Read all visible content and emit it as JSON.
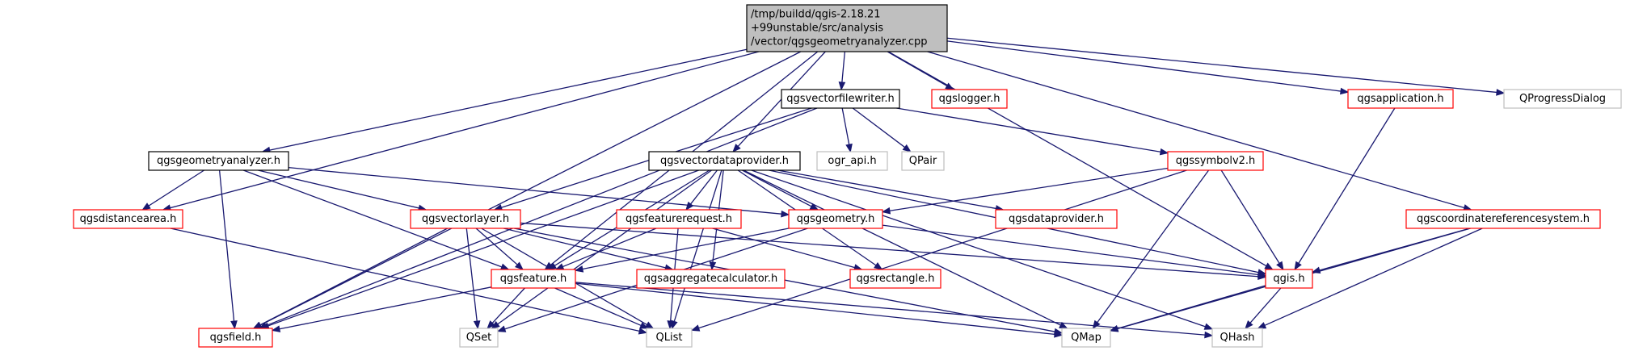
{
  "colors": {
    "root_fill": "#bfbfbf",
    "root_stroke": "#000000",
    "plain_stroke": "#000000",
    "red_stroke": "#ff0000",
    "gray_stroke": "#bfbfbf",
    "gray_text": "#808080",
    "edge": "#191970"
  },
  "nodes": [
    {
      "id": "root",
      "lines": [
        "/tmp/buildd/qgis-2.18.21",
        "+99unstable/src/analysis",
        "/vector/qgsgeometryanalyzer.cpp"
      ],
      "style": "root"
    },
    {
      "id": "vectorfilewriter",
      "lines": [
        "qgsvectorfilewriter.h"
      ],
      "style": "plain"
    },
    {
      "id": "logger",
      "lines": [
        "qgslogger.h"
      ],
      "style": "red"
    },
    {
      "id": "application",
      "lines": [
        "qgsapplication.h"
      ],
      "style": "red"
    },
    {
      "id": "qprogressdialog",
      "lines": [
        "QProgressDialog"
      ],
      "style": "gray"
    },
    {
      "id": "geometryanalyzer",
      "lines": [
        "qgsgeometryanalyzer.h"
      ],
      "style": "plain"
    },
    {
      "id": "vectordataprovider",
      "lines": [
        "qgsvectordataprovider.h"
      ],
      "style": "plain"
    },
    {
      "id": "ograpi",
      "lines": [
        "ogr_api.h"
      ],
      "style": "gray"
    },
    {
      "id": "qpair",
      "lines": [
        "QPair"
      ],
      "style": "gray"
    },
    {
      "id": "symbolv2",
      "lines": [
        "qgssymbolv2.h"
      ],
      "style": "red"
    },
    {
      "id": "distancearea",
      "lines": [
        "qgsdistancearea.h"
      ],
      "style": "red"
    },
    {
      "id": "vectorlayer",
      "lines": [
        "qgsvectorlayer.h"
      ],
      "style": "red"
    },
    {
      "id": "featurerequest",
      "lines": [
        "qgsfeaturerequest.h"
      ],
      "style": "red"
    },
    {
      "id": "geometry",
      "lines": [
        "qgsgeometry.h"
      ],
      "style": "red"
    },
    {
      "id": "dataprovider",
      "lines": [
        "qgsdataprovider.h"
      ],
      "style": "red"
    },
    {
      "id": "crs",
      "lines": [
        "qgscoordinatereferencesystem.h"
      ],
      "style": "red"
    },
    {
      "id": "feature",
      "lines": [
        "qgsfeature.h"
      ],
      "style": "red"
    },
    {
      "id": "aggregatecalc",
      "lines": [
        "qgsaggregatecalculator.h"
      ],
      "style": "red"
    },
    {
      "id": "rectangle",
      "lines": [
        "qgsrectangle.h"
      ],
      "style": "red"
    },
    {
      "id": "qgis",
      "lines": [
        "qgis.h"
      ],
      "style": "red"
    },
    {
      "id": "field",
      "lines": [
        "qgsfield.h"
      ],
      "style": "red"
    },
    {
      "id": "qset",
      "lines": [
        "QSet"
      ],
      "style": "gray"
    },
    {
      "id": "qlist",
      "lines": [
        "QList"
      ],
      "style": "gray"
    },
    {
      "id": "qmap",
      "lines": [
        "QMap"
      ],
      "style": "gray"
    },
    {
      "id": "qhash",
      "lines": [
        "QHash"
      ],
      "style": "gray"
    }
  ],
  "edges": [
    [
      "root",
      "vectorfilewriter"
    ],
    [
      "root",
      "logger"
    ],
    [
      "root",
      "application"
    ],
    [
      "root",
      "qprogressdialog"
    ],
    [
      "root",
      "geometryanalyzer"
    ],
    [
      "root",
      "vectordataprovider"
    ],
    [
      "root",
      "distancearea"
    ],
    [
      "root",
      "crs"
    ],
    [
      "root",
      "feature"
    ],
    [
      "root",
      "qgis"
    ],
    [
      "root",
      "field"
    ],
    [
      "vectorfilewriter",
      "ograpi"
    ],
    [
      "vectorfilewriter",
      "qpair"
    ],
    [
      "vectorfilewriter",
      "symbolv2"
    ],
    [
      "vectorfilewriter",
      "vectorlayer"
    ],
    [
      "vectorfilewriter",
      "field"
    ],
    [
      "application",
      "qgis"
    ],
    [
      "geometryanalyzer",
      "distancearea"
    ],
    [
      "geometryanalyzer",
      "vectorlayer"
    ],
    [
      "geometryanalyzer",
      "geometry"
    ],
    [
      "geometryanalyzer",
      "feature"
    ],
    [
      "geometryanalyzer",
      "field"
    ],
    [
      "vectordataprovider",
      "featurerequest"
    ],
    [
      "vectordataprovider",
      "dataprovider"
    ],
    [
      "vectordataprovider",
      "geometry"
    ],
    [
      "vectordataprovider",
      "feature"
    ],
    [
      "vectordataprovider",
      "aggregatecalc"
    ],
    [
      "vectordataprovider",
      "rectangle"
    ],
    [
      "vectordataprovider",
      "qgis"
    ],
    [
      "vectordataprovider",
      "field"
    ],
    [
      "vectordataprovider",
      "qset"
    ],
    [
      "vectordataprovider",
      "qlist"
    ],
    [
      "vectordataprovider",
      "qmap"
    ],
    [
      "vectordataprovider",
      "qhash"
    ],
    [
      "symbolv2",
      "geometry"
    ],
    [
      "symbolv2",
      "qgis"
    ],
    [
      "symbolv2",
      "qlist"
    ],
    [
      "symbolv2",
      "qmap"
    ],
    [
      "distancearea",
      "qlist"
    ],
    [
      "vectorlayer",
      "feature"
    ],
    [
      "vectorlayer",
      "aggregatecalc"
    ],
    [
      "vectorlayer",
      "field"
    ],
    [
      "vectorlayer",
      "qset"
    ],
    [
      "vectorlayer",
      "qlist"
    ],
    [
      "vectorlayer",
      "qmap"
    ],
    [
      "vectorlayer",
      "qgis"
    ],
    [
      "featurerequest",
      "feature"
    ],
    [
      "featurerequest",
      "rectangle"
    ],
    [
      "featurerequest",
      "qlist"
    ],
    [
      "geometry",
      "feature"
    ],
    [
      "geometry",
      "qgis"
    ],
    [
      "geometry",
      "qset"
    ],
    [
      "crs",
      "qgis"
    ],
    [
      "crs",
      "qmap"
    ],
    [
      "crs",
      "qhash"
    ],
    [
      "feature",
      "field"
    ],
    [
      "feature",
      "qset"
    ],
    [
      "feature",
      "qlist"
    ],
    [
      "feature",
      "qmap"
    ],
    [
      "feature",
      "qhash"
    ],
    [
      "qgis",
      "qmap"
    ],
    [
      "qgis",
      "qhash"
    ]
  ]
}
